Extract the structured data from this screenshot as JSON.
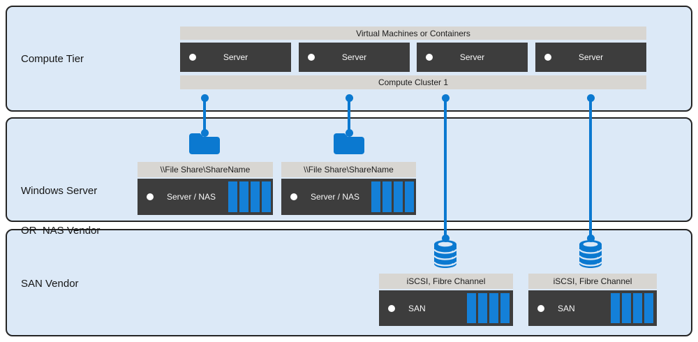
{
  "colors": {
    "accent_blue": "#0b79d0",
    "tier_background": "#dce9f7",
    "band_background": "#d8d6d2",
    "box_background": "#3d3d3d",
    "disk_bar_fill": "#1480d8",
    "tier_border": "#242424"
  },
  "compute_tier": {
    "label": "Compute Tier",
    "top_band": "Virtual Machines or Containers",
    "bottom_band": "Compute Cluster 1",
    "servers": [
      "Server",
      "Server",
      "Server",
      "Server"
    ]
  },
  "nas_tier": {
    "label_line1": "Windows Server",
    "label_line2": "OR  NAS Vendor",
    "units": [
      {
        "band": "\\\\File Share\\ShareName",
        "label": "Server / NAS"
      },
      {
        "band": "\\\\File Share\\ShareName",
        "label": "Server / NAS"
      }
    ]
  },
  "san_tier": {
    "label": "SAN Vendor",
    "units": [
      {
        "band": "iSCSI, Fibre Channel",
        "label": "SAN"
      },
      {
        "band": "iSCSI, Fibre Channel",
        "label": "SAN"
      }
    ]
  },
  "icons": {
    "folder": "folder-icon",
    "database": "database-icon",
    "status_dot": "status-dot-icon",
    "disk_array": "disk-array-icon",
    "connector": "connector-line"
  }
}
